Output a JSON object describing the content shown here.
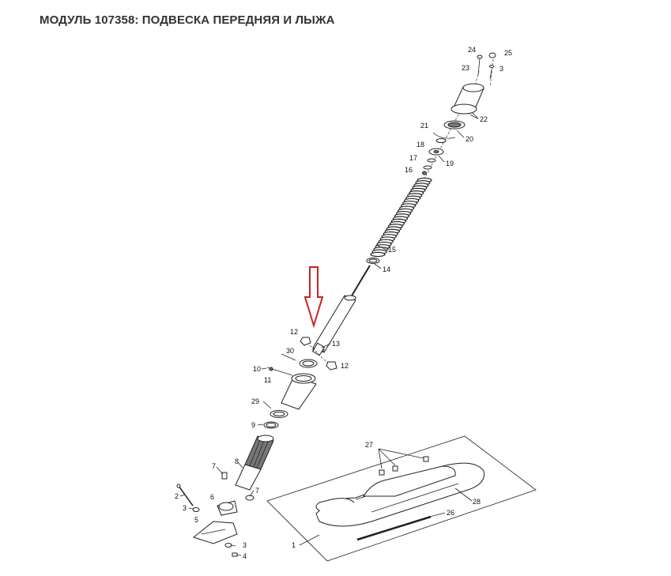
{
  "header": {
    "title": "МОДУЛЬ 107358: ПОДВЕСКА ПЕРЕДНЯЯ И ЛЫЖА"
  },
  "colors": {
    "arrow": "#cc2222",
    "lines": "#222222",
    "title": "#333333"
  },
  "labels": {
    "n1": "1",
    "n2": "2",
    "n3a": "3",
    "n3b": "3",
    "n3c": "3",
    "n4": "4",
    "n5": "5",
    "n6": "6",
    "n7a": "7",
    "n7b": "7",
    "n8": "8",
    "n9": "9",
    "n10": "10",
    "n11": "11",
    "n12a": "12",
    "n12b": "12",
    "n13": "13",
    "n14": "14",
    "n15": "15",
    "n16": "16",
    "n17": "17",
    "n18": "18",
    "n19": "19",
    "n20": "20",
    "n21": "21",
    "n22": "22",
    "n23": "23",
    "n24": "24",
    "n25": "25",
    "n26": "26",
    "n27": "27",
    "n28": "28",
    "n29": "29",
    "n30": "30"
  }
}
